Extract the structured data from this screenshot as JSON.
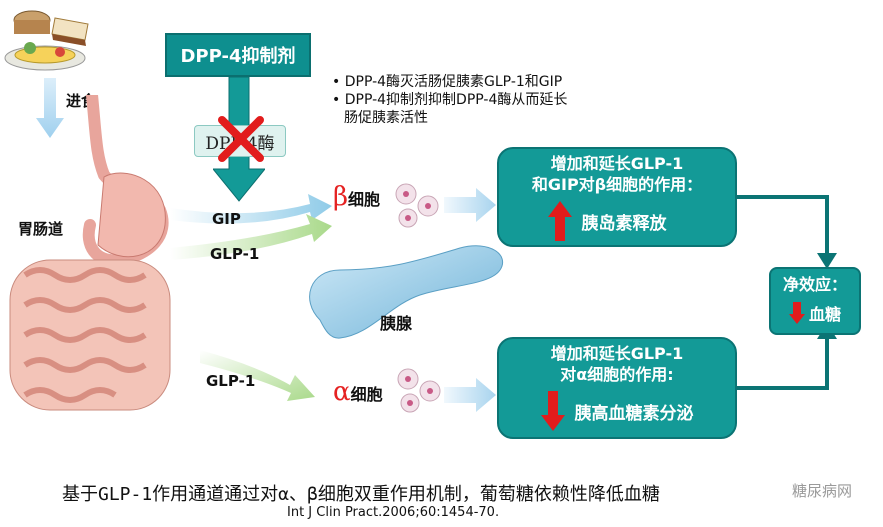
{
  "colors": {
    "teal": "#0e8f8f",
    "dark_teal": "#0b6f6f",
    "red": "#e21c1c",
    "arrow_blue": "#a8d4ee"
  },
  "top": {
    "eat_label": "进食",
    "gut_label": "胃肠道"
  },
  "inhibitor": {
    "label": "DPP-4抑制剂",
    "enzyme_label": "DPP-4酶"
  },
  "bullets": [
    "DPP-4酶灭活肠促胰素GLP-1和GIP",
    "DPP-4抑制剂抑制DPP-4酶从而延长",
    "肠促胰素活性"
  ],
  "hormones": {
    "gip": "GIP",
    "glp1_upper": "GLP-1",
    "glp1_lower": "GLP-1"
  },
  "cells": {
    "beta_symbol": "β",
    "beta_word": "细胞",
    "alpha_symbol": "α",
    "alpha_word": "细胞",
    "pancreas_label": "胰腺"
  },
  "beta_box": {
    "line1": "增加和延长GLP-1",
    "line2": "和GIP对β细胞的作用：",
    "effect": "胰岛素释放"
  },
  "alpha_box": {
    "line1": "增加和延长GLP-1",
    "line2": "对α细胞的作用:",
    "effect": "胰高血糖素分泌"
  },
  "net": {
    "title": "净效应：",
    "effect": "血糖"
  },
  "caption": "基于GLP-1作用通道通过对α、β细胞双重作用机制，葡萄糖依赖性降低血糖",
  "citation": "Int J Clin Pract.2006;60:1454-70.",
  "watermark": "糖尿病网"
}
